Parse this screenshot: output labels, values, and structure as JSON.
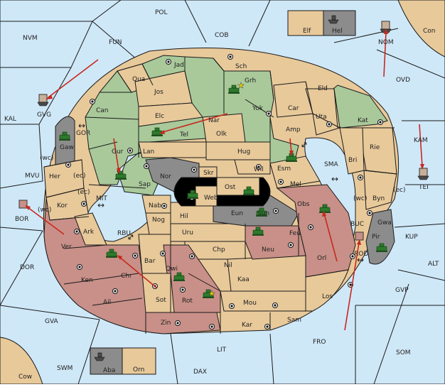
{
  "palette": {
    "sea": "#cfe8f8",
    "neutral": "#e8c99a",
    "green": "#a9c99a",
    "red": "#c89088",
    "gray": "#8c8c8c",
    "black": "#000000",
    "arrow": "#c8281e"
  },
  "sea_labels": [
    {
      "key": "POL",
      "text": "POL"
    },
    {
      "key": "NVM",
      "text": "NVM"
    },
    {
      "key": "FUN",
      "text": "FUN"
    },
    {
      "key": "COB",
      "text": "COB"
    },
    {
      "key": "Con",
      "text": "Con"
    },
    {
      "key": "NOM",
      "text": "NOM"
    },
    {
      "key": "OVD",
      "text": "OVD"
    },
    {
      "key": "KAL",
      "text": "KAL"
    },
    {
      "key": "GVG",
      "text": "GVG"
    },
    {
      "key": "GOR",
      "text": "GOR"
    },
    {
      "key": "MVU",
      "text": "MVU"
    },
    {
      "key": "KAM",
      "text": "KAM"
    },
    {
      "key": "TEI",
      "text": "TEI"
    },
    {
      "key": "SMA",
      "text": "SMA"
    },
    {
      "key": "MIT",
      "text": "MIT"
    },
    {
      "key": "BOR",
      "text": "BOR"
    },
    {
      "key": "RBU",
      "text": "RBU"
    },
    {
      "key": "BUC",
      "text": "BUC"
    },
    {
      "key": "ROD",
      "text": "ROD"
    },
    {
      "key": "KUP",
      "text": "KUP"
    },
    {
      "key": "DOR",
      "text": "DOR"
    },
    {
      "key": "ALT",
      "text": "ALT"
    },
    {
      "key": "GVP",
      "text": "GVP"
    },
    {
      "key": "GVA",
      "text": "GVA"
    },
    {
      "key": "FRO",
      "text": "FRO"
    },
    {
      "key": "SOM",
      "text": "SOM"
    },
    {
      "key": "LIT",
      "text": "LIT"
    },
    {
      "key": "SWM",
      "text": "SWM"
    },
    {
      "key": "DAX",
      "text": "DAX"
    },
    {
      "key": "Cow",
      "text": "Cow"
    }
  ],
  "land_labels": [
    {
      "key": "Jad",
      "text": "Jad"
    },
    {
      "key": "Sch",
      "text": "Sch"
    },
    {
      "key": "Qua",
      "text": "Qua"
    },
    {
      "key": "Grh",
      "text": "Grh"
    },
    {
      "key": "Jos",
      "text": "Jos"
    },
    {
      "key": "Eld",
      "text": "Eld"
    },
    {
      "key": "Can",
      "text": "Can"
    },
    {
      "key": "Yok",
      "text": "Yok"
    },
    {
      "key": "Car",
      "text": "Car"
    },
    {
      "key": "Uta",
      "text": "Uta"
    },
    {
      "key": "Elc",
      "text": "Elc"
    },
    {
      "key": "Nar",
      "text": "Nar"
    },
    {
      "key": "Kat",
      "text": "Kat"
    },
    {
      "key": "Tel",
      "text": "Tel"
    },
    {
      "key": "Olk",
      "text": "Olk"
    },
    {
      "key": "Amp",
      "text": "Amp"
    },
    {
      "key": "Gaw",
      "text": "Gaw"
    },
    {
      "key": "Gur",
      "text": "Gur"
    },
    {
      "key": "Lan",
      "text": "Lan"
    },
    {
      "key": "Hug",
      "text": "Hug"
    },
    {
      "key": "Rie",
      "text": "Rie"
    },
    {
      "key": "Esm",
      "text": "Esm"
    },
    {
      "key": "Bri",
      "text": "Bri"
    },
    {
      "key": "Her",
      "text": "Her"
    },
    {
      "key": "Nor",
      "text": "Nor"
    },
    {
      "key": "Wil",
      "text": "Wil"
    },
    {
      "key": "Skr",
      "text": "Skr"
    },
    {
      "key": "Sap",
      "text": "Sap"
    },
    {
      "key": "Ost",
      "text": "Ost"
    },
    {
      "key": "Mel",
      "text": "Mel"
    },
    {
      "key": "Web",
      "text": "Web"
    },
    {
      "key": "Byn",
      "text": "Byn"
    },
    {
      "key": "Kor",
      "text": "Kor"
    },
    {
      "key": "Nab",
      "text": "Nab"
    },
    {
      "key": "Obs",
      "text": "Obs"
    },
    {
      "key": "Gwa",
      "text": "Gwa"
    },
    {
      "key": "Hil",
      "text": "Hil"
    },
    {
      "key": "Eun",
      "text": "Eun"
    },
    {
      "key": "Sun",
      "text": "Sun"
    },
    {
      "key": "Nog",
      "text": "Nog"
    },
    {
      "key": "Ark",
      "text": "Ark"
    },
    {
      "key": "Pir",
      "text": "Pir"
    },
    {
      "key": "Uru",
      "text": "Uru"
    },
    {
      "key": "Feu",
      "text": "Feu"
    },
    {
      "key": "Ver",
      "text": "Ver"
    },
    {
      "key": "Chp",
      "text": "Chp"
    },
    {
      "key": "Neu",
      "text": "Neu"
    },
    {
      "key": "Bar",
      "text": "Bar"
    },
    {
      "key": "Orl",
      "text": "Orl"
    },
    {
      "key": "Qwi",
      "text": "Qwi"
    },
    {
      "key": "Chr",
      "text": "Chr"
    },
    {
      "key": "Nil",
      "text": "Nil"
    },
    {
      "key": "Ken",
      "text": "Ken"
    },
    {
      "key": "Kaa",
      "text": "Kaa"
    },
    {
      "key": "Los",
      "text": "Los"
    },
    {
      "key": "Ail",
      "text": "Ail"
    },
    {
      "key": "Sot",
      "text": "Sot"
    },
    {
      "key": "Rot",
      "text": "Rot"
    },
    {
      "key": "Mou",
      "text": "Mou"
    },
    {
      "key": "Sam",
      "text": "Sam"
    },
    {
      "key": "Zin",
      "text": "Zin"
    },
    {
      "key": "Kar",
      "text": "Kar"
    },
    {
      "key": "Elf",
      "text": "Elf"
    },
    {
      "key": "Hel",
      "text": "Hel"
    },
    {
      "key": "Aba",
      "text": "Aba"
    },
    {
      "key": "Orn",
      "text": "Orn"
    }
  ],
  "coast_labels": {
    "wc1": "(wc)",
    "ec1": "(ec)",
    "ec2": "(ec)",
    "wc2": "(wc)",
    "wc3": "(wc)",
    "ec3": "(ec)"
  },
  "arrow_symbol": "↔"
}
